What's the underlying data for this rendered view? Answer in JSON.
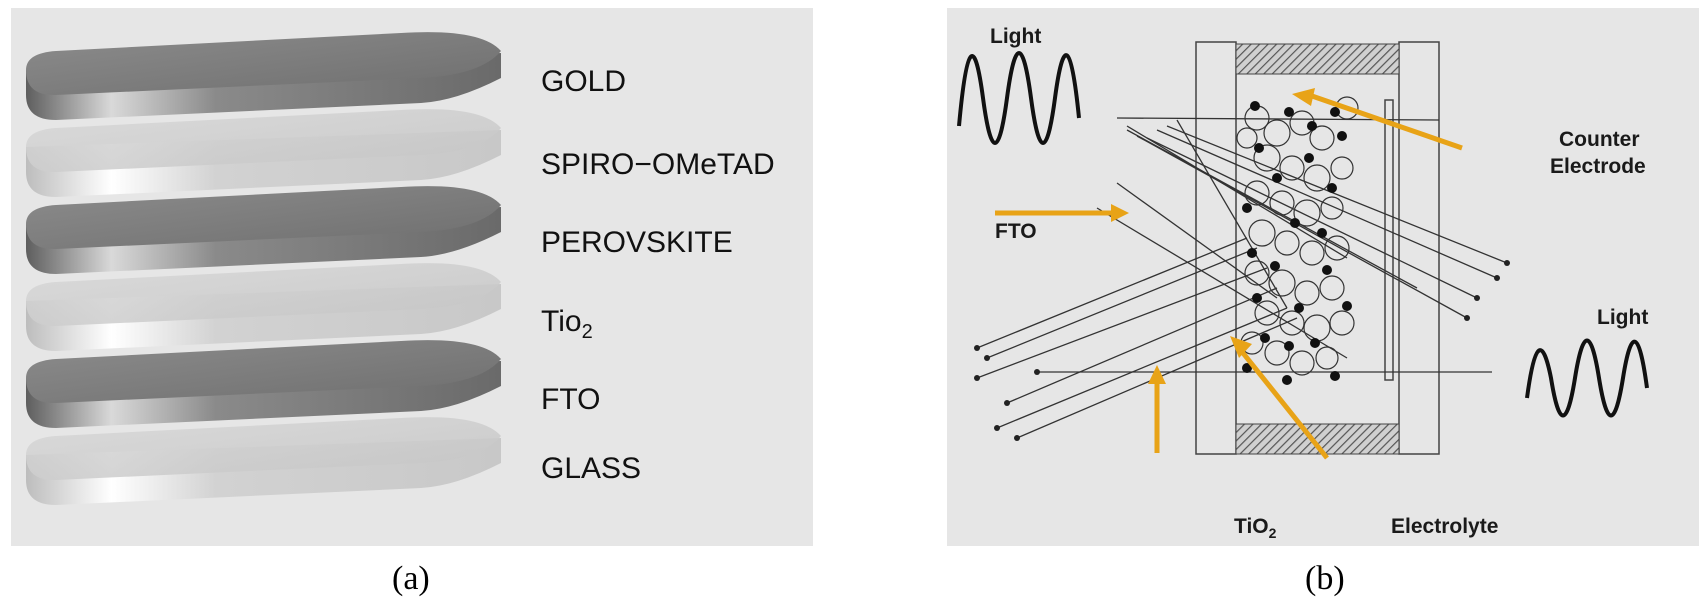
{
  "panel_a": {
    "layers": [
      "GOLD",
      "SPIRO−OMeTAD",
      "PEROVSKITE",
      "Tio",
      "FTO",
      "GLASS"
    ],
    "tio_subscript": "2",
    "caption": "(a)"
  },
  "panel_b": {
    "light_top": "Light",
    "light_right": "Light",
    "counter_electrode_line1": "Counter",
    "counter_electrode_line2": "Electrode",
    "fto": "FTO",
    "tio2": "TiO",
    "tio2_subscript": "2",
    "electrolyte": "Electrolyte",
    "caption": "(b)",
    "accent_color": "#e8a317"
  }
}
